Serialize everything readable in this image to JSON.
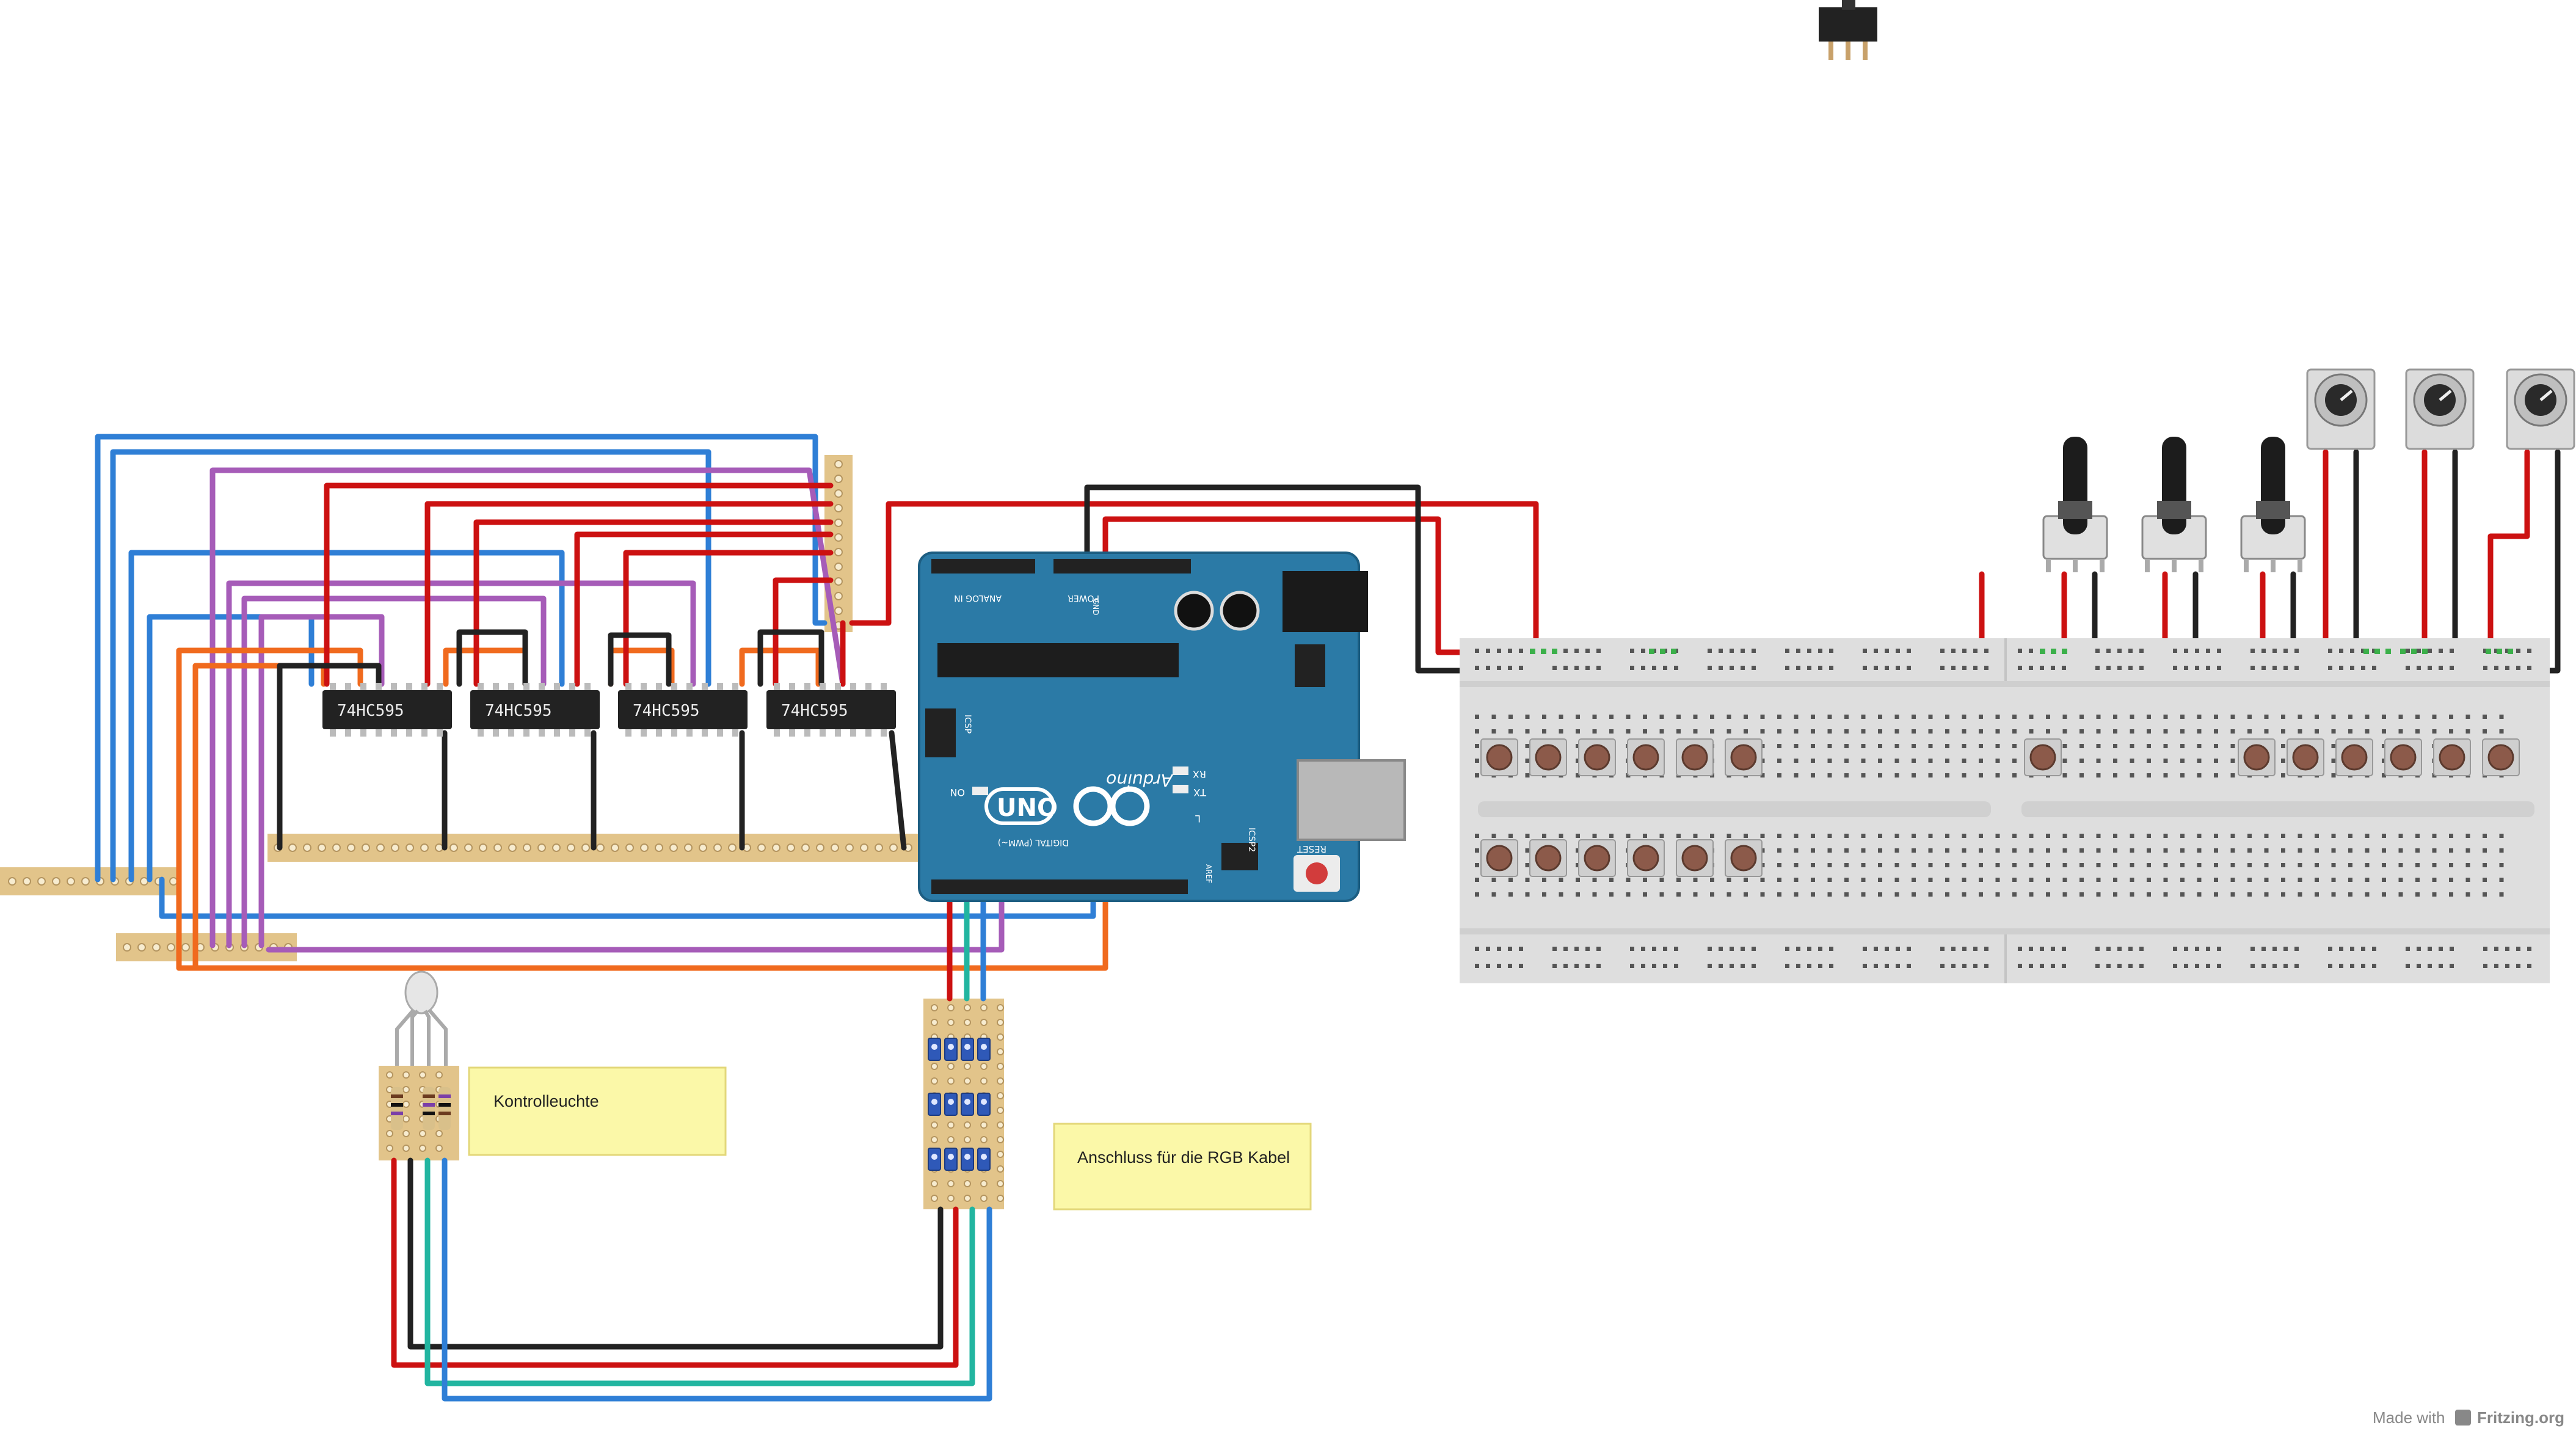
{
  "chips": [
    {
      "label": "74HC595"
    },
    {
      "label": "74HC595"
    },
    {
      "label": "74HC595"
    },
    {
      "label": "74HC595"
    }
  ],
  "arduino": {
    "brand": "Arduino",
    "model": "UNO",
    "analog_in": "ANALOG IN",
    "power": "POWER",
    "digital": "DIGITAL (PWM~)",
    "reset": "RESET",
    "icsp": "ICSP",
    "icsp2": "ICSP2",
    "on": "ON",
    "tx": "TX",
    "rx": "RX",
    "l": "L",
    "aref": "AREF",
    "gnd": "GND"
  },
  "notes": {
    "kontrolleuchte": "Kontrolleuchte",
    "anschluss": "Anschluss für die RGB Kabel"
  },
  "footer": {
    "made_with": "Made with",
    "brand": "Fritzing.org"
  },
  "colors": {
    "wire_red": "#cc1111",
    "wire_black": "#222222",
    "wire_blue": "#2f7fd6",
    "wire_purple": "#a65cb8",
    "wire_orange": "#f06a1e",
    "wire_teal": "#22b5a0",
    "arduino_blue": "#2b7aa6",
    "stripboard": "#e2c48a",
    "breadboard": "#dedede",
    "note_yellow": "#fbf8a8"
  }
}
